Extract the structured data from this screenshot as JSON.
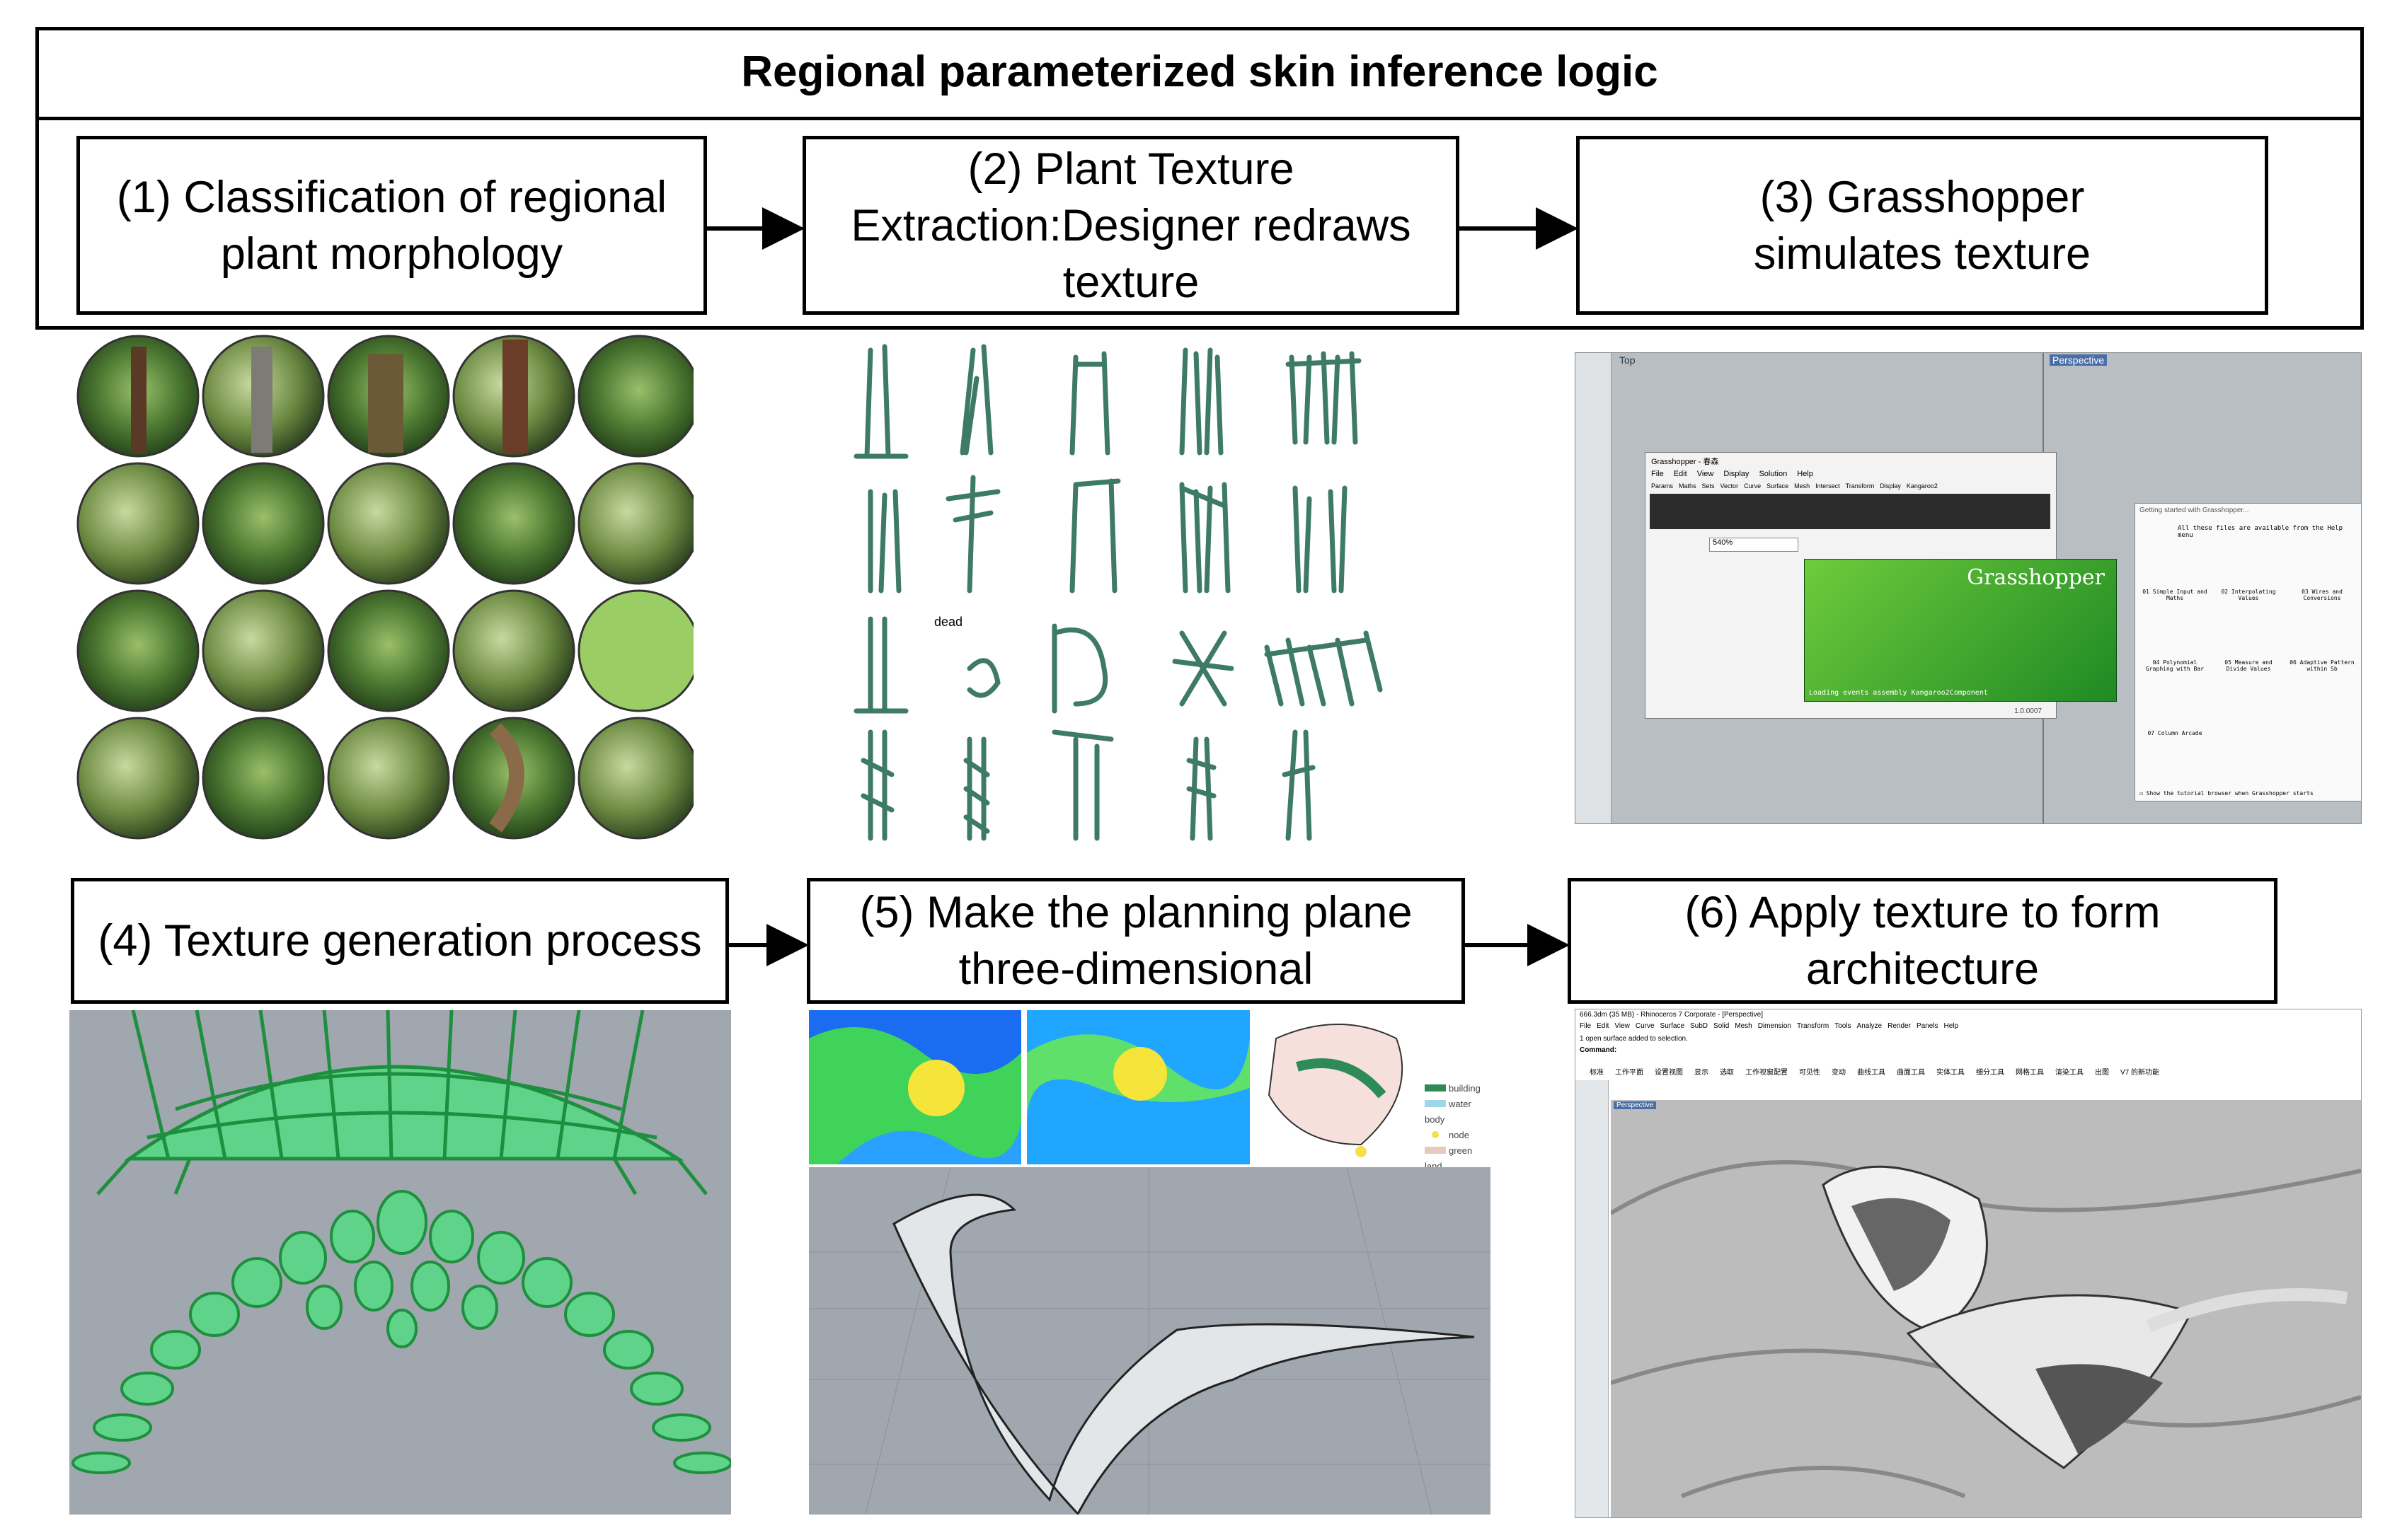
{
  "title": "Regional parameterized skin inference logic",
  "steps": [
    {
      "label": "(1) Classification of regional plant morphology"
    },
    {
      "label": "(2) Plant Texture Extraction:Designer redraws texture"
    },
    {
      "label": "(3)  Grasshopper simulates texture"
    },
    {
      "label": "(4) Texture generation process"
    },
    {
      "label": "(5) Make the planning plane three-dimensional"
    },
    {
      "label": "(6) Apply texture to form architecture"
    }
  ],
  "texture_panel": {
    "annotation": "dead"
  },
  "grasshopper_panel": {
    "viewport_top": "Top",
    "viewport_perspective": "Perspective",
    "window_title": "Grasshopper - 春森",
    "menu": [
      "File",
      "Edit",
      "View",
      "Display",
      "Solution",
      "Help"
    ],
    "tabs": [
      "Params",
      "Maths",
      "Sets",
      "Vector",
      "Curve",
      "Surface",
      "Mesh",
      "Intersect",
      "Transform",
      "Display",
      "Kangaroo2"
    ],
    "zoom": "540%",
    "splash_title": "Grasshopper",
    "splash_status": "Loading events assembly Kangaroo2Component",
    "version": "1.0.0007",
    "getting_started_title": "Getting started with Grasshopper...",
    "getting_started_intro": "All these files are available from the Help menu",
    "tutorials": [
      "01 Simple Input and Maths",
      "02 Interpolating Values",
      "03 Wires and Conversions",
      "04 Polynomial Graphing with Bar",
      "05 Measure and Divide Values",
      "06 Adaptive Pattern within Sb",
      "07 Column Arcade"
    ],
    "checkbox_label": "Show the tutorial browser when Grasshopper starts"
  },
  "legend": [
    {
      "label": "building",
      "color": "#2e8b57"
    },
    {
      "label": "water body",
      "color": "#9fd6e8"
    },
    {
      "label": "node",
      "color": "#f4e04d"
    },
    {
      "label": "green land",
      "color": "#e7c9c2"
    }
  ],
  "rhino_panel": {
    "title_bar": "666.3dm (35 MB) - Rhinoceros 7 Corporate - [Perspective]",
    "menu": [
      "File",
      "Edit",
      "View",
      "Curve",
      "Surface",
      "SubD",
      "Solid",
      "Mesh",
      "Dimension",
      "Transform",
      "Tools",
      "Analyze",
      "Render",
      "Panels",
      "Help"
    ],
    "command_history": "1 open surface added to selection.",
    "command_prompt": "Command:",
    "tabs": [
      "标准",
      "工作平面",
      "设置视图",
      "显示",
      "选取",
      "工作视窗配置",
      "可见性",
      "变动",
      "曲线工具",
      "曲面工具",
      "实体工具",
      "细分工具",
      "网格工具",
      "渲染工具",
      "出图",
      "V7 的新功能"
    ],
    "viewport": "Perspective"
  },
  "colors": {
    "green_dark": "#1e8f3e",
    "green_light": "#5fd38a",
    "stroke_teal": "#3d7a68",
    "grey_bg": "#a0a7ae"
  }
}
